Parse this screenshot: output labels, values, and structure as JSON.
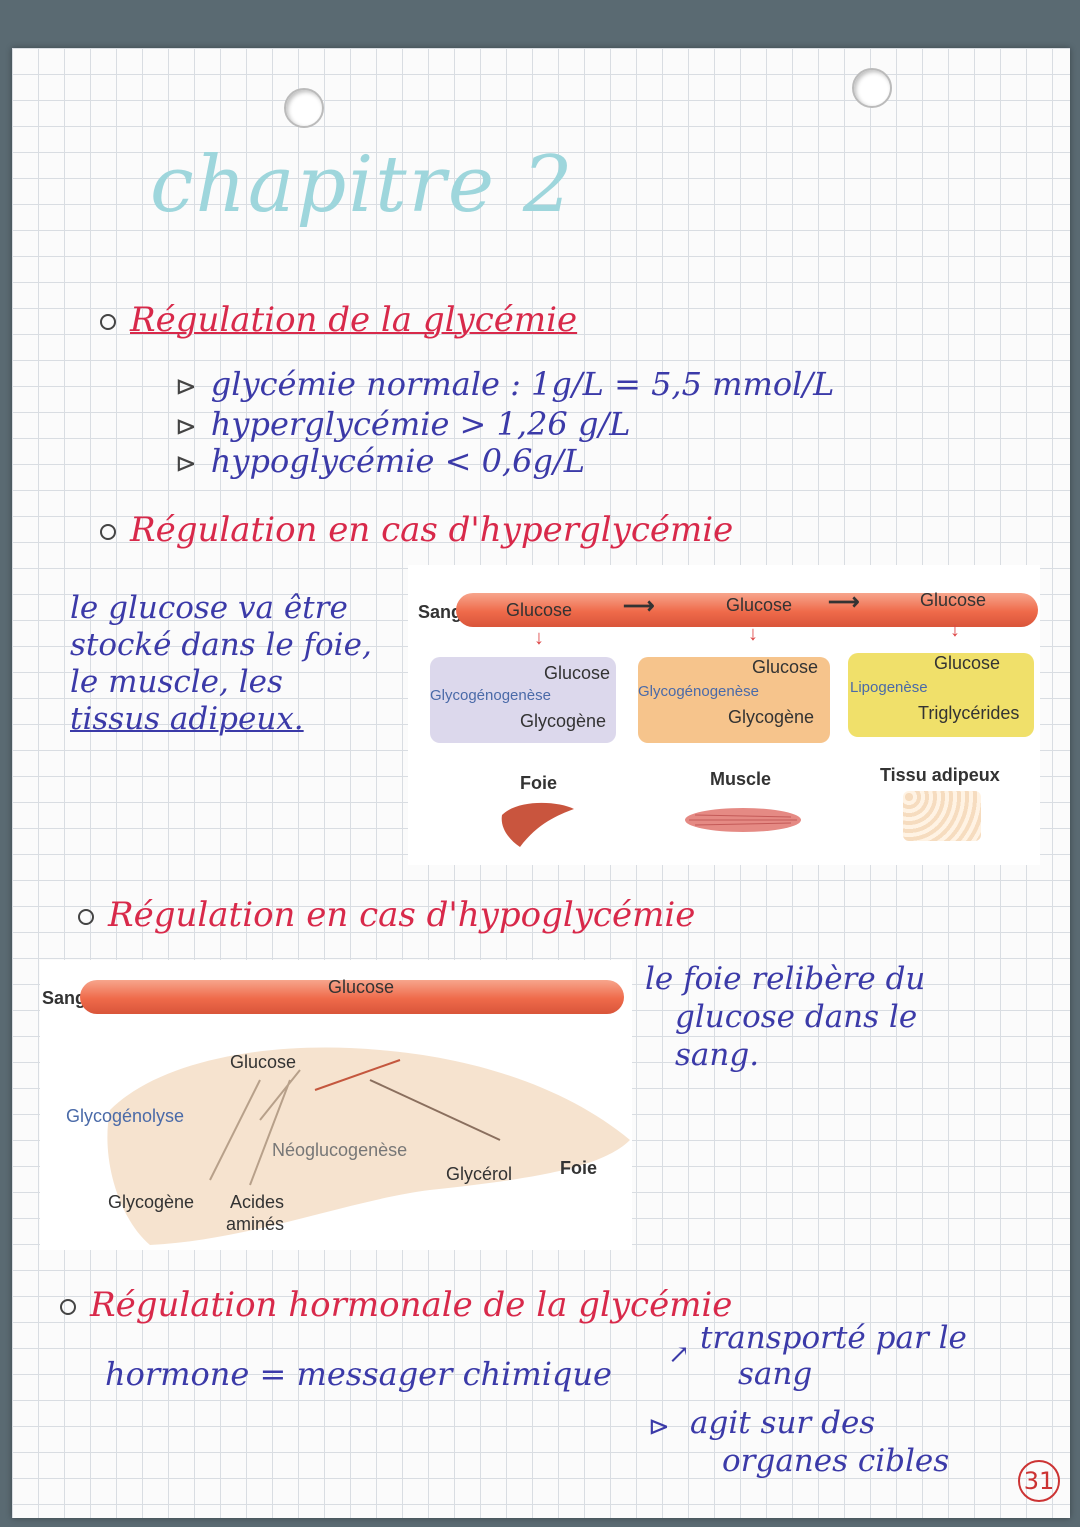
{
  "page": {
    "chapter_title": "chapitre 2",
    "page_number": "31"
  },
  "sections": {
    "s1": {
      "heading": "Régulation de la glycémie",
      "lines": [
        "glycémie normale : 1g/L = 5,5 mmol/L",
        "hyperglycémie > 1,26 g/L",
        "hypoglycémie < 0,6g/L"
      ]
    },
    "s2": {
      "heading": "Régulation en cas d'hyperglycémie",
      "note": [
        "le glucose va être",
        "stocké dans le foie,",
        "le muscle, les",
        "tissus adipeux."
      ]
    },
    "s3": {
      "heading": "Régulation en cas d'hypoglycémie",
      "note": [
        "le foie relibère du",
        "glucose dans le",
        "sang."
      ]
    },
    "s4": {
      "heading": "Régulation hormonale de la glycémie",
      "hormone_line": "hormone = messager chimique",
      "branch1": [
        "transporté par le",
        "sang"
      ],
      "branch2": [
        "agit sur des",
        "organes cibles"
      ]
    }
  },
  "figure1": {
    "sang": "Sang",
    "glucose": "Glucose",
    "liver_box": {
      "top": "Glucose",
      "process": "Glycogénogenèse",
      "bottom": "Glycogène"
    },
    "muscle_box": {
      "top": "Glucose",
      "process": "Glycogénogenèse",
      "bottom": "Glycogène"
    },
    "fat_box": {
      "top": "Glucose",
      "process": "Lipogenèse",
      "bottom": "Triglycérides"
    },
    "organs": [
      "Foie",
      "Muscle",
      "Tissu adipeux"
    ],
    "colors": {
      "liver": "#dcd8ec",
      "muscle": "#f6c48c",
      "fat": "#f0e06a",
      "vessel": "#ef6a4a"
    }
  },
  "figure2": {
    "sang": "Sang",
    "glucose_vessel": "Glucose",
    "glucose_liver": "Glucose",
    "glycogenolyse": "Glycogénolyse",
    "neoglucogenese": "Néoglucogenèse",
    "glycerol": "Glycérol",
    "foie": "Foie",
    "glycogene": "Glycogène",
    "acides": "Acides",
    "amines": "aminés"
  }
}
